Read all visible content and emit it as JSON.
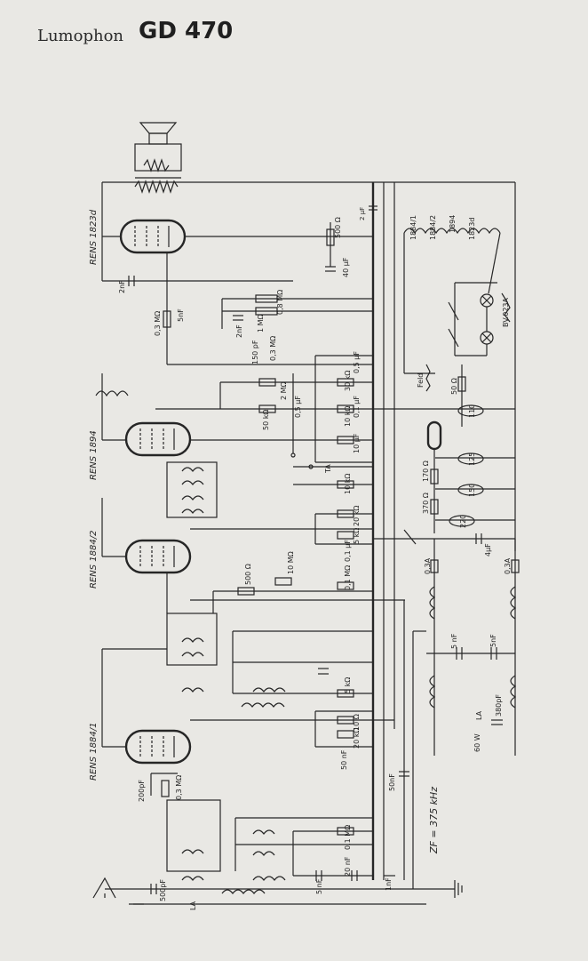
{
  "title": {
    "brand": "Lumophon",
    "model": "GD 470"
  },
  "tubes": {
    "t1": "RENS 1823d",
    "t2": "RENS 1894",
    "t3": "RENS 1884/2",
    "t4": "RENS 1884/1"
  },
  "coil_labels": {
    "c1": "1884/1",
    "c2": "1884/2",
    "c3": "1894",
    "c4": "1823d"
  },
  "components": {
    "r500": "500 Ω",
    "c40": "40 µF",
    "c2uf": "2 µF",
    "c2nf_top": "2nF",
    "r03_top": "0,3 MΩ",
    "c5nf_top": "5nF",
    "r08": "0,8 MΩ",
    "r1m": "1 MΩ",
    "c2nf_mid": "2nF",
    "c150": "150 pF",
    "r03m": "0,3 MΩ",
    "c05": "0,5 µF",
    "r50k": "50 kΩ",
    "r2m": "2 MΩ",
    "c05b": "0,5 µF",
    "r30k": "30 kΩ",
    "c01": "0,1 µF",
    "r10k_a": "10 kΩ",
    "c10uf": "10 µF",
    "ta": "TA",
    "r10k_b": "10 kΩ",
    "r20k": "20 kΩ",
    "c01b": "0,1 µF",
    "r5k": "5 kΩ",
    "r500b": "500 Ω",
    "r10m": "10 MΩ",
    "r01m": "0,1 MΩ",
    "r5k_b": "5 kΩ",
    "r10": "10 Ω",
    "r20_b": "20 kΩ",
    "c50nf": "50 nF",
    "c200pf": "200pF",
    "r03m_b": "0,3 MΩ",
    "r01m_b": "0,1 MΩ",
    "c20nf": "20 nF",
    "c5nf_b": "5 nF",
    "c1nf": "1nF",
    "c500pf": "500pF",
    "c50nf_b": "50nF",
    "feld": "Feld",
    "r50ohm": "50 Ω",
    "lamp": "BV.023A",
    "r170": "170 Ω",
    "r370": "370 Ω",
    "v110": "110",
    "v125": "125",
    "v150": "150",
    "v220": "220",
    "c4uf": "4µF",
    "fuse1": "0,3A",
    "fuse2": "0,3A",
    "c5nf_c": "5 nF",
    "c5nf_d": "5nF",
    "c380": "380pF",
    "la_right": "LA",
    "w60": "60 W",
    "la_left": "LA",
    "zf": "ZF = 375 kHz"
  }
}
